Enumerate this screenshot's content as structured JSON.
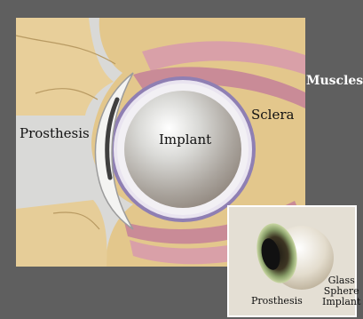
{
  "labels": {
    "prosthesis": "Prosthesis",
    "implant": "Implant",
    "sclera": "Sclera",
    "muscles": "Muscles"
  },
  "inset": {
    "prosthesis": "Prosthesis",
    "glass": "Glass",
    "sphere": "Sphere",
    "implant": "Implant"
  }
}
